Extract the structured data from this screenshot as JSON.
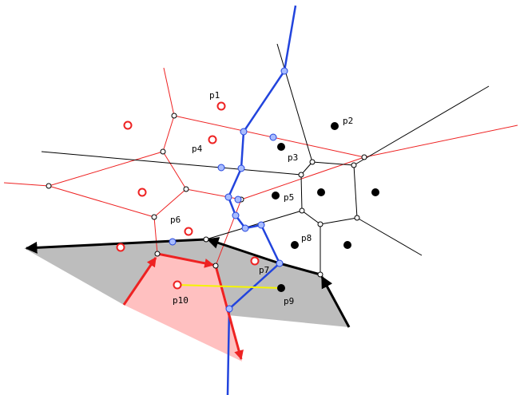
{
  "colors": {
    "red": "#ee2222",
    "red_fill": "#ffc0c0",
    "blue": "#2244dd",
    "blue_vertex": "#a8bcff",
    "black": "#000000",
    "gray_fill": "#bdbdbd",
    "yellow": "#f5f500",
    "white": "#ffffff"
  },
  "labels": {
    "p1": "p1",
    "p2": "p2",
    "p3": "p3",
    "p4": "p4",
    "p5": "p5",
    "p6": "p6",
    "p7": "p7",
    "p8": "p8",
    "p9": "p9",
    "p10": "p10"
  }
}
